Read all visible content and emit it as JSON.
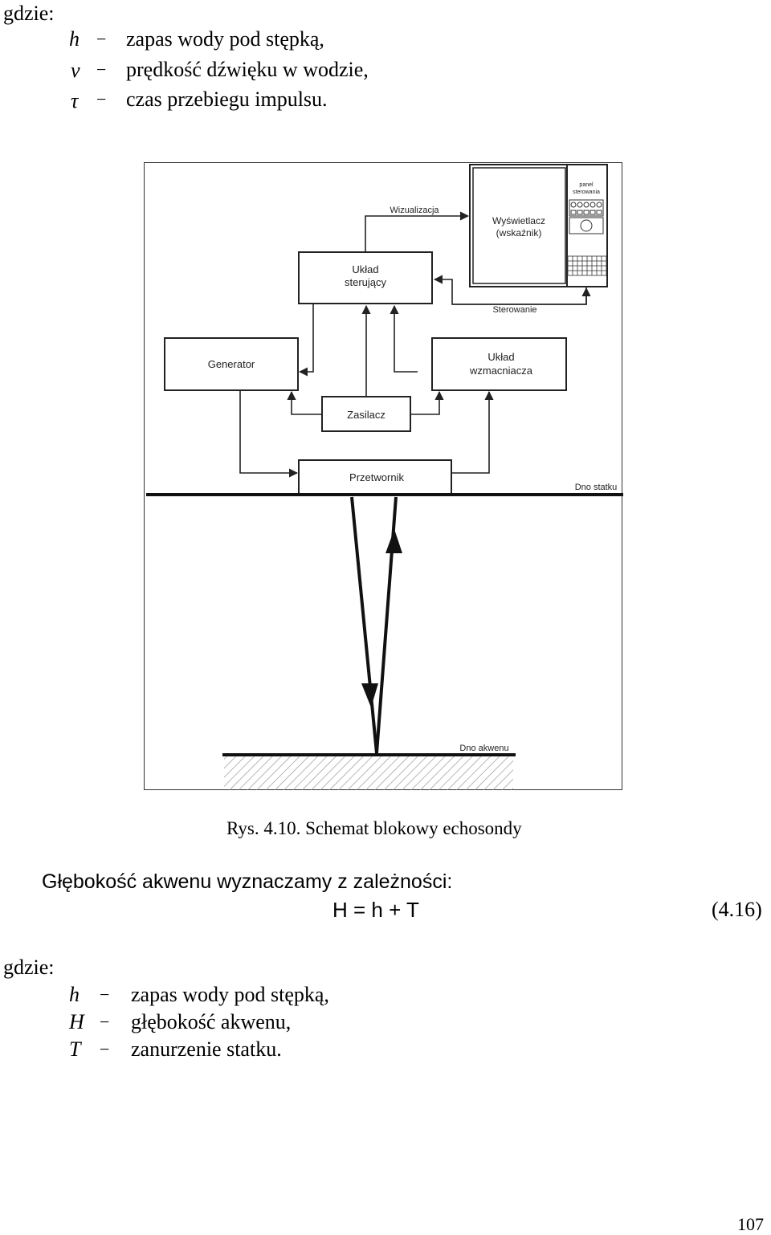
{
  "section1": {
    "intro": "gdzie:",
    "rows": [
      {
        "symbol": "h",
        "dash": "−",
        "desc": "zapas wody pod stępką,"
      },
      {
        "symbol": "ν",
        "dash": "−",
        "desc": "prędkość dźwięku w wodzie,"
      },
      {
        "symbol": "τ",
        "dash": "−",
        "desc": "czas przebiegu impulsu."
      }
    ]
  },
  "diagram": {
    "blocks": {
      "display": "Wyświetlacz",
      "display_sub": "(wskaźnik)",
      "panel_line1": "panel",
      "panel_line2": "sterowania",
      "control_line1": "Układ",
      "control_line2": "sterujący",
      "generator": "Generator",
      "amplifier_line1": "Układ",
      "amplifier_line2": "wzmacniacza",
      "power": "Zasilacz",
      "transducer": "Przetwornik"
    },
    "labels": {
      "visualization": "Wizualizacja",
      "steering": "Sterowanie",
      "hull_bottom": "Dno statku",
      "seabed": "Dno akwenu"
    }
  },
  "figure_caption": "Rys. 4.10. Schemat blokowy echosondy",
  "paragraph": "Głębokość akwenu wyznaczamy z zależności:",
  "equation": {
    "formula": "H = h + T",
    "number": "(4.16)"
  },
  "section2": {
    "intro": "gdzie:",
    "rows": [
      {
        "symbol": "h",
        "dash": "−",
        "desc": "zapas wody pod stępką,"
      },
      {
        "symbol": "H",
        "dash": "−",
        "desc": "głębokość akwenu,"
      },
      {
        "symbol": "T",
        "dash": "−",
        "desc": "zanurzenie statku."
      }
    ]
  },
  "page_number": "107"
}
